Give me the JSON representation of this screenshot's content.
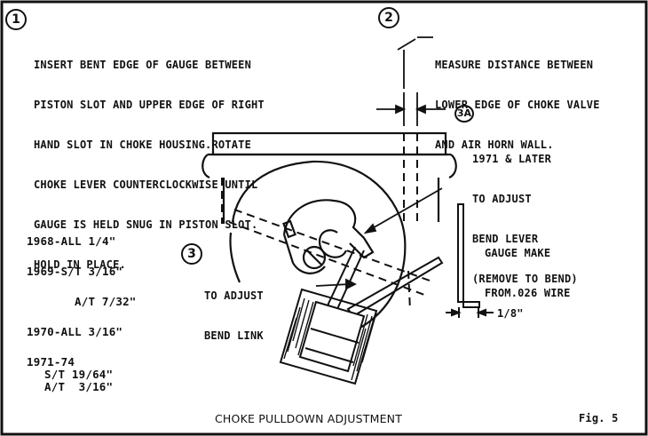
{
  "figure": {
    "callout_1": "1",
    "callout_2": "2",
    "callout_3": "3",
    "callout_3a": "3A",
    "step_1_lines": [
      "INSERT BENT EDGE OF GAUGE BETWEEN",
      "PISTON SLOT AND UPPER EDGE OF RIGHT",
      "HAND SLOT IN CHOKE HOUSING.ROTATE",
      "CHOKE LEVER COUNTERCLOCKWISE UNTIL",
      "GAUGE IS HELD SNUG IN PISTON SLOT.",
      "HOLD IN PLACE."
    ],
    "step_2_lines": [
      "MEASURE DISTANCE BETWEEN",
      "LOWER EDGE OF CHOKE VALVE",
      "AND AIR HORN WALL."
    ],
    "step_3a_lines": [
      "1971 & LATER",
      "TO ADJUST",
      "BEND LEVER",
      "(REMOVE TO BEND)"
    ],
    "step_3_lines": [
      "TO ADJUST",
      "BEND LINK"
    ],
    "gauge_lines": [
      "GAUGE MAKE",
      "FROM.026 WIRE"
    ],
    "gauge_dimension": "1/8\"",
    "specs": {
      "s1968": "1968-ALL 1/4\"",
      "s1969_st": "1969-S/T 3/16\"",
      "s1969_at": "A/T 7/32\"",
      "s1970": "1970-ALL 3/16\"",
      "s1971_head": "1971-74",
      "s1971_st": "S/T 19/64\"",
      "s1971_at": "A/T  3/16\""
    },
    "caption": "CHOKE PULLDOWN ADJUSTMENT",
    "fig_label": "Fig. 5"
  }
}
